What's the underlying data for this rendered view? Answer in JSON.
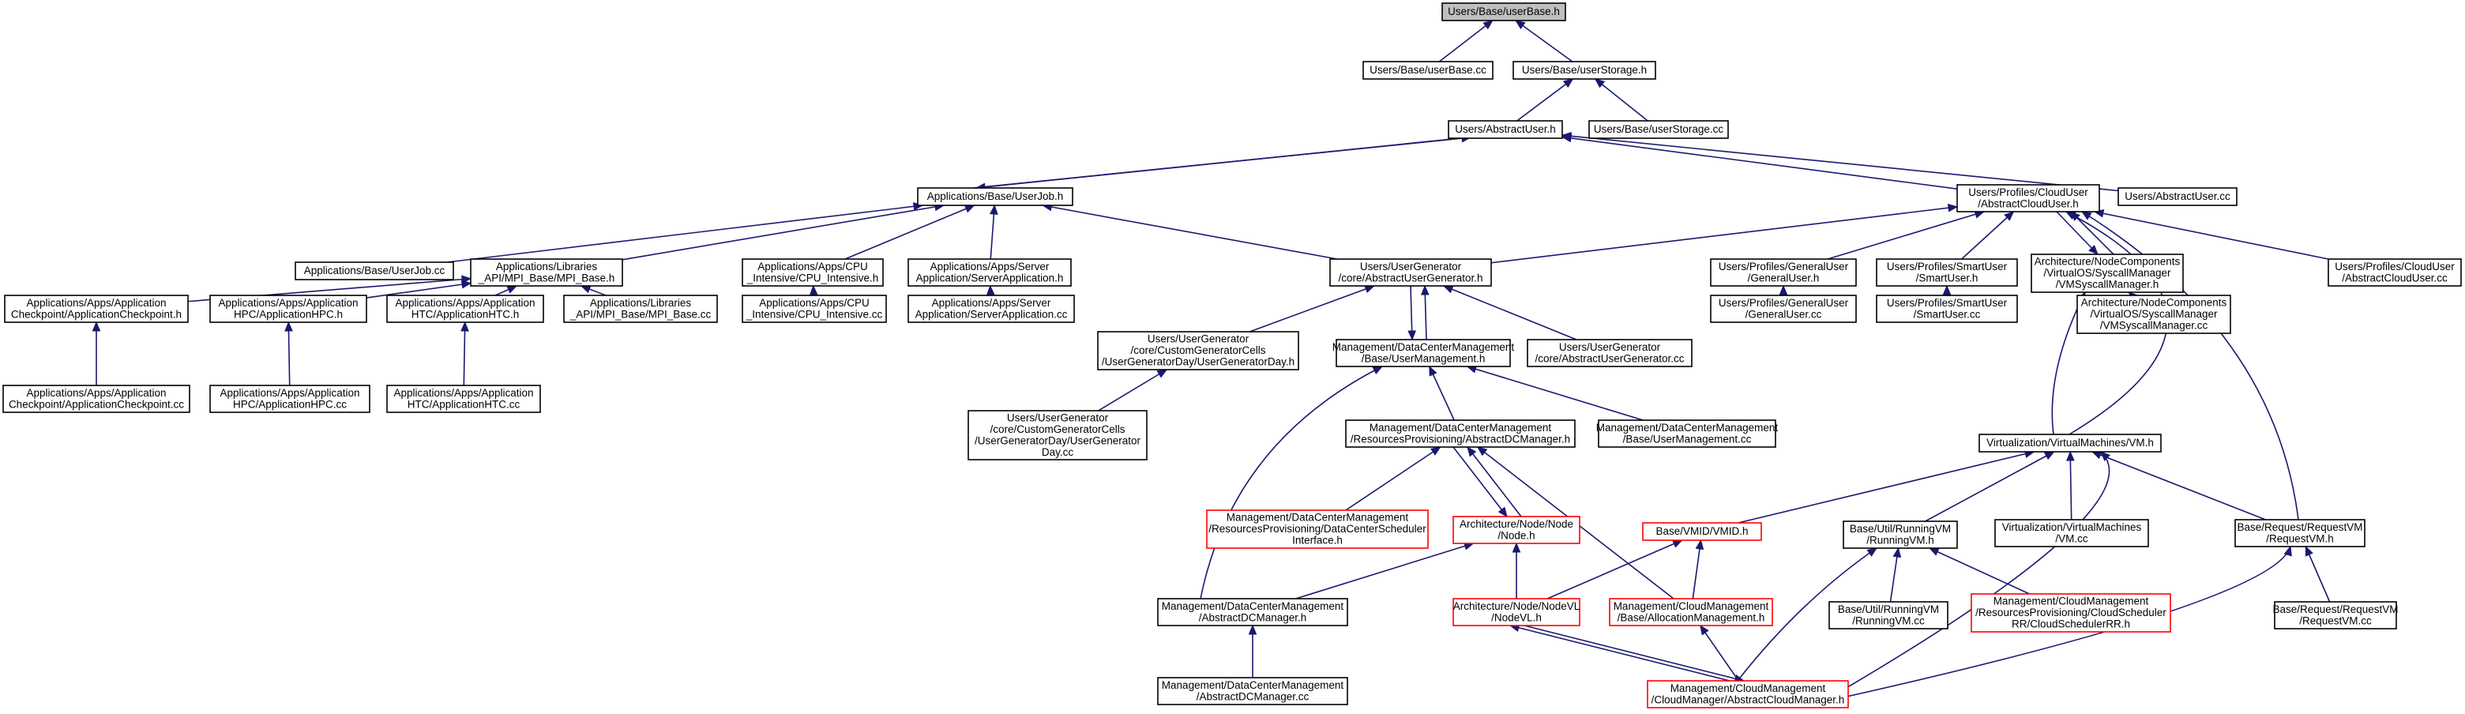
{
  "diagram": {
    "title": "Users/Base/userBase.h",
    "edge_color": "#191970",
    "root_fill": "#bfbfbf",
    "highlight_border": "#ff0000",
    "nodes": [
      {
        "id": "userBase_h",
        "lines": [
          "Users/Base/userBase.h"
        ],
        "style": "root"
      },
      {
        "id": "userBase_cc",
        "lines": [
          "Users/Base/userBase.cc"
        ]
      },
      {
        "id": "userStorage_h",
        "lines": [
          "Users/Base/userStorage.h"
        ]
      },
      {
        "id": "AbstractUser_h",
        "lines": [
          "Users/AbstractUser.h"
        ]
      },
      {
        "id": "userStorage_cc",
        "lines": [
          "Users/Base/userStorage.cc"
        ]
      },
      {
        "id": "UserJob_h",
        "lines": [
          "Applications/Base/UserJob.h"
        ]
      },
      {
        "id": "AbstractCloudUser_h",
        "lines": [
          "Users/Profiles/CloudUser",
          "/AbstractCloudUser.h"
        ]
      },
      {
        "id": "AbstractUser_cc",
        "lines": [
          "Users/AbstractUser.cc"
        ]
      },
      {
        "id": "UserJob_cc",
        "lines": [
          "Applications/Base/UserJob.cc"
        ]
      },
      {
        "id": "MPI_Base_h",
        "lines": [
          "Applications/Libraries",
          "_API/MPI_Base/MPI_Base.h"
        ]
      },
      {
        "id": "CPU_Intensive_h",
        "lines": [
          "Applications/Apps/CPU",
          "_Intensive/CPU_Intensive.h"
        ]
      },
      {
        "id": "ServerApplication_h",
        "lines": [
          "Applications/Apps/Server",
          "Application/ServerApplication.h"
        ]
      },
      {
        "id": "AbstractUserGenerator_h",
        "lines": [
          "Users/UserGenerator",
          "/core/AbstractUserGenerator.h"
        ]
      },
      {
        "id": "GeneralUser_h",
        "lines": [
          "Users/Profiles/GeneralUser",
          "/GeneralUser.h"
        ]
      },
      {
        "id": "SmartUser_h",
        "lines": [
          "Users/Profiles/SmartUser",
          "/SmartUser.h"
        ]
      },
      {
        "id": "VMSyscallManager_h",
        "lines": [
          "Architecture/NodeComponents",
          "/VirtualOS/SyscallManager",
          "/VMSyscallManager.h"
        ]
      },
      {
        "id": "AbstractCloudUser_cc",
        "lines": [
          "Users/Profiles/CloudUser",
          "/AbstractCloudUser.cc"
        ]
      },
      {
        "id": "ApplicationCheckpoint_h",
        "lines": [
          "Applications/Apps/Application",
          "Checkpoint/ApplicationCheckpoint.h"
        ]
      },
      {
        "id": "ApplicationHPC_h",
        "lines": [
          "Applications/Apps/Application",
          "HPC/ApplicationHPC.h"
        ]
      },
      {
        "id": "ApplicationHTC_h",
        "lines": [
          "Applications/Apps/Application",
          "HTC/ApplicationHTC.h"
        ]
      },
      {
        "id": "MPI_Base_cc",
        "lines": [
          "Applications/Libraries",
          "_API/MPI_Base/MPI_Base.cc"
        ]
      },
      {
        "id": "CPU_Intensive_cc",
        "lines": [
          "Applications/Apps/CPU",
          "_Intensive/CPU_Intensive.cc"
        ]
      },
      {
        "id": "ServerApplication_cc",
        "lines": [
          "Applications/Apps/Server",
          "Application/ServerApplication.cc"
        ]
      },
      {
        "id": "UserGeneratorDay_h",
        "lines": [
          "Users/UserGenerator",
          "/core/CustomGeneratorCells",
          "/UserGeneratorDay/UserGeneratorDay.h"
        ]
      },
      {
        "id": "UserManagement_h",
        "lines": [
          "Management/DataCenterManagement",
          "/Base/UserManagement.h"
        ]
      },
      {
        "id": "AbstractUserGenerator_cc",
        "lines": [
          "Users/UserGenerator",
          "/core/AbstractUserGenerator.cc"
        ]
      },
      {
        "id": "GeneralUser_cc",
        "lines": [
          "Users/Profiles/GeneralUser",
          "/GeneralUser.cc"
        ]
      },
      {
        "id": "SmartUser_cc",
        "lines": [
          "Users/Profiles/SmartUser",
          "/SmartUser.cc"
        ]
      },
      {
        "id": "VMSyscallManager_cc",
        "lines": [
          "Architecture/NodeComponents",
          "/VirtualOS/SyscallManager",
          "/VMSyscallManager.cc"
        ]
      },
      {
        "id": "ApplicationCheckpoint_cc",
        "lines": [
          "Applications/Apps/Application",
          "Checkpoint/ApplicationCheckpoint.cc"
        ]
      },
      {
        "id": "ApplicationHPC_cc",
        "lines": [
          "Applications/Apps/Application",
          "HPC/ApplicationHPC.cc"
        ]
      },
      {
        "id": "ApplicationHTC_cc",
        "lines": [
          "Applications/Apps/Application",
          "HTC/ApplicationHTC.cc"
        ]
      },
      {
        "id": "UserGeneratorDay_cc",
        "lines": [
          "Users/UserGenerator",
          "/core/CustomGeneratorCells",
          "/UserGeneratorDay/UserGenerator",
          "Day.cc"
        ]
      },
      {
        "id": "AbstractDCManager_h",
        "lines": [
          "Management/DataCenterManagement",
          "/ResourcesProvisioning/AbstractDCManager.h"
        ]
      },
      {
        "id": "UserManagement_cc",
        "lines": [
          "Management/DataCenterManagement",
          "/Base/UserManagement.cc"
        ]
      },
      {
        "id": "VM_h",
        "lines": [
          "Virtualization/VirtualMachines/VM.h"
        ]
      },
      {
        "id": "DataCenterSchedulerInterface_h",
        "lines": [
          "Management/DataCenterManagement",
          "/ResourcesProvisioning/DataCenterScheduler",
          "Interface.h"
        ],
        "style": "red"
      },
      {
        "id": "Node_h",
        "lines": [
          "Architecture/Node/Node",
          "/Node.h"
        ],
        "style": "red"
      },
      {
        "id": "VMID_h",
        "lines": [
          "Base/VMID/VMID.h"
        ],
        "style": "red"
      },
      {
        "id": "RunningVM_h",
        "lines": [
          "Base/Util/RunningVM",
          "/RunningVM.h"
        ]
      },
      {
        "id": "VM_cc",
        "lines": [
          "Virtualization/VirtualMachines",
          "/VM.cc"
        ]
      },
      {
        "id": "RequestVM_h",
        "lines": [
          "Base/Request/RequestVM",
          "/RequestVM.h"
        ]
      },
      {
        "id": "MgmtAbstractDCManager_h",
        "lines": [
          "Management/DataCenterManagement",
          "/AbstractDCManager.h"
        ]
      },
      {
        "id": "NodeVL_h",
        "lines": [
          "Architecture/Node/NodeVL",
          "/NodeVL.h"
        ],
        "style": "red"
      },
      {
        "id": "AllocationManagement_h",
        "lines": [
          "Management/CloudManagement",
          "/Base/AllocationManagement.h"
        ],
        "style": "red"
      },
      {
        "id": "RunningVM_cc",
        "lines": [
          "Base/Util/RunningVM",
          "/RunningVM.cc"
        ]
      },
      {
        "id": "CloudSchedulerRR_h",
        "lines": [
          "Management/CloudManagement",
          "/ResourcesProvisioning/CloudScheduler",
          "RR/CloudSchedulerRR.h"
        ],
        "style": "red"
      },
      {
        "id": "RequestVM_cc",
        "lines": [
          "Base/Request/RequestVM",
          "/RequestVM.cc"
        ]
      },
      {
        "id": "AbstractDCManager_cc",
        "lines": [
          "Management/DataCenterManagement",
          "/AbstractDCManager.cc"
        ]
      },
      {
        "id": "AbstractCloudManager_h",
        "lines": [
          "Management/CloudManagement",
          "/CloudManager/AbstractCloudManager.h"
        ],
        "style": "red"
      }
    ],
    "edges": [
      [
        "userBase_cc",
        "userBase_h"
      ],
      [
        "userStorage_h",
        "userBase_h"
      ],
      [
        "AbstractUser_h",
        "userStorage_h"
      ],
      [
        "userStorage_cc",
        "userStorage_h"
      ],
      [
        "UserJob_h",
        "AbstractUser_h"
      ],
      [
        "AbstractCloudUser_h",
        "AbstractUser_h"
      ],
      [
        "AbstractUser_cc",
        "AbstractUser_h"
      ],
      [
        "AbstractUser_h",
        "UserJob_h"
      ],
      [
        "UserJob_cc",
        "UserJob_h"
      ],
      [
        "MPI_Base_h",
        "UserJob_h"
      ],
      [
        "CPU_Intensive_h",
        "UserJob_h"
      ],
      [
        "ServerApplication_h",
        "UserJob_h"
      ],
      [
        "AbstractUserGenerator_h",
        "UserJob_h"
      ],
      [
        "AbstractUserGenerator_h",
        "AbstractCloudUser_h"
      ],
      [
        "GeneralUser_h",
        "AbstractCloudUser_h"
      ],
      [
        "SmartUser_h",
        "AbstractCloudUser_h"
      ],
      [
        "VMSyscallManager_h",
        "AbstractCloudUser_h"
      ],
      [
        "AbstractCloudUser_h",
        "VMSyscallManager_h"
      ],
      [
        "AbstractCloudUser_cc",
        "AbstractCloudUser_h"
      ],
      [
        "VM_h",
        "AbstractCloudUser_h"
      ],
      [
        "RequestVM_h",
        "AbstractCloudUser_h"
      ],
      [
        "ApplicationCheckpoint_h",
        "MPI_Base_h"
      ],
      [
        "ApplicationHPC_h",
        "MPI_Base_h"
      ],
      [
        "ApplicationHTC_h",
        "MPI_Base_h"
      ],
      [
        "MPI_Base_cc",
        "MPI_Base_h"
      ],
      [
        "CPU_Intensive_cc",
        "CPU_Intensive_h"
      ],
      [
        "ServerApplication_cc",
        "ServerApplication_h"
      ],
      [
        "UserGeneratorDay_h",
        "AbstractUserGenerator_h"
      ],
      [
        "UserManagement_h",
        "AbstractUserGenerator_h"
      ],
      [
        "AbstractUserGenerator_h",
        "UserManagement_h"
      ],
      [
        "AbstractUserGenerator_cc",
        "AbstractUserGenerator_h"
      ],
      [
        "GeneralUser_cc",
        "GeneralUser_h"
      ],
      [
        "SmartUser_cc",
        "SmartUser_h"
      ],
      [
        "VMSyscallManager_cc",
        "VMSyscallManager_h"
      ],
      [
        "VM_h",
        "VMSyscallManager_h"
      ],
      [
        "ApplicationCheckpoint_cc",
        "ApplicationCheckpoint_h"
      ],
      [
        "ApplicationHPC_cc",
        "ApplicationHPC_h"
      ],
      [
        "ApplicationHTC_cc",
        "ApplicationHTC_h"
      ],
      [
        "UserGeneratorDay_cc",
        "UserGeneratorDay_h"
      ],
      [
        "AbstractDCManager_h",
        "UserManagement_h"
      ],
      [
        "UserManagement_cc",
        "UserManagement_h"
      ],
      [
        "MgmtAbstractDCManager_h",
        "UserManagement_h"
      ],
      [
        "DataCenterSchedulerInterface_h",
        "AbstractDCManager_h"
      ],
      [
        "Node_h",
        "AbstractDCManager_h"
      ],
      [
        "AbstractDCManager_h",
        "Node_h"
      ],
      [
        "AllocationManagement_h",
        "AbstractDCManager_h"
      ],
      [
        "VMID_h",
        "VM_h"
      ],
      [
        "RunningVM_h",
        "VM_h"
      ],
      [
        "VM_cc",
        "VM_h"
      ],
      [
        "RequestVM_h",
        "VM_h"
      ],
      [
        "AbstractCloudManager_h",
        "VM_h"
      ],
      [
        "MgmtAbstractDCManager_h",
        "Node_h"
      ],
      [
        "NodeVL_h",
        "Node_h"
      ],
      [
        "NodeVL_h",
        "VMID_h"
      ],
      [
        "AllocationManagement_h",
        "VMID_h"
      ],
      [
        "RunningVM_cc",
        "RunningVM_h"
      ],
      [
        "CloudSchedulerRR_h",
        "RunningVM_h"
      ],
      [
        "AbstractCloudManager_h",
        "RunningVM_h"
      ],
      [
        "RequestVM_cc",
        "RequestVM_h"
      ],
      [
        "AbstractCloudManager_h",
        "RequestVM_h"
      ],
      [
        "AbstractDCManager_cc",
        "MgmtAbstractDCManager_h"
      ],
      [
        "AbstractCloudManager_h",
        "NodeVL_h"
      ],
      [
        "NodeVL_h",
        "AbstractCloudManager_h"
      ],
      [
        "AbstractCloudManager_h",
        "AllocationManagement_h"
      ]
    ]
  }
}
